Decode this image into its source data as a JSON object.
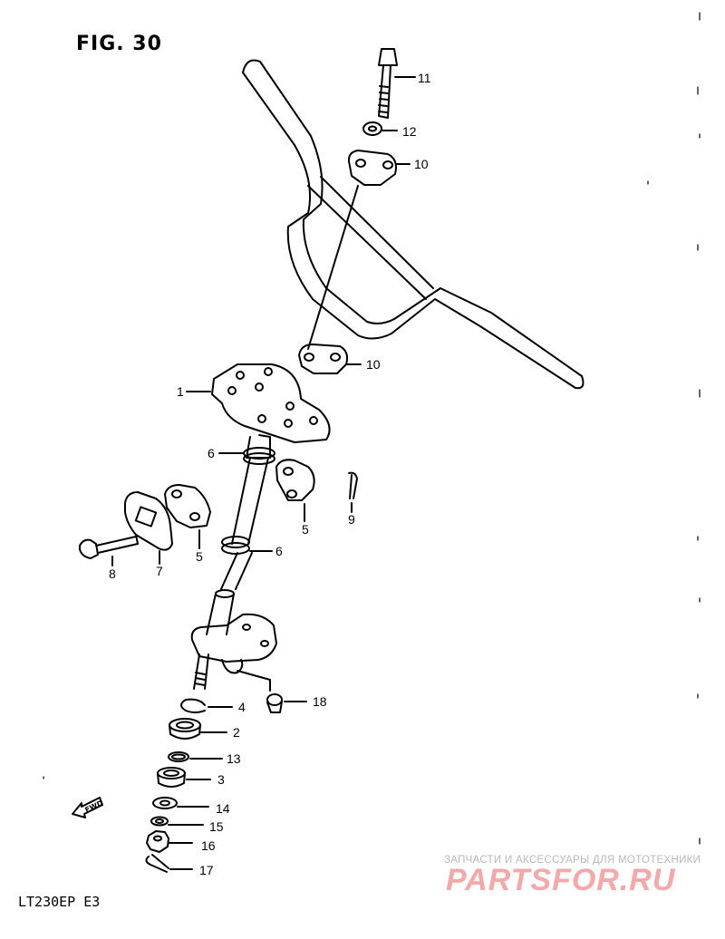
{
  "figure": {
    "title": "FIG. 30",
    "model": "LT230EP  E3"
  },
  "callouts": [
    "11",
    "12",
    "10",
    "10",
    "1",
    "6",
    "9",
    "5",
    "5",
    "6",
    "8",
    "7",
    "4",
    "18",
    "2",
    "13",
    "3",
    "14",
    "15",
    "16",
    "17"
  ],
  "fwd_label": "FWD",
  "watermark": {
    "subtitle": "ЗАПЧАСТИ И АКСЕССУАРЫ ДЛЯ МОТОТЕХНИКИ",
    "brand": "PARTSFOR.RU"
  },
  "colors": {
    "line": "#000000",
    "watermark_main": "#f3a9a9",
    "watermark_sub": "#b9b9b9"
  }
}
